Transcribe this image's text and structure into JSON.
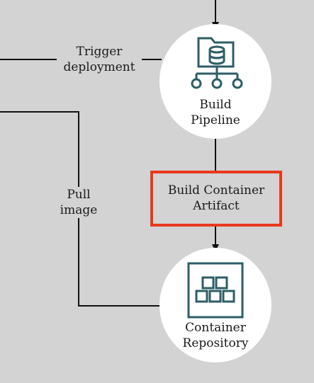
{
  "nodes": {
    "build_pipeline": {
      "label_line1": "Build",
      "label_line2": "Pipeline",
      "icon": "pipeline-database-icon"
    },
    "container_repository": {
      "label_line1": "Container",
      "label_line2": "Repository",
      "icon": "container-blocks-icon"
    }
  },
  "step": {
    "label_line1": "Build Container",
    "label_line2": "Artifact"
  },
  "edges": {
    "trigger": {
      "line1": "Trigger",
      "line2": "deployment"
    },
    "pull": {
      "line1": "Pull",
      "line2": "image"
    }
  },
  "colors": {
    "background": "#d3d3d3",
    "node_fill": "#ffffff",
    "icon": "#2e5e66",
    "highlight": "#e8391e",
    "line": "#111111"
  }
}
